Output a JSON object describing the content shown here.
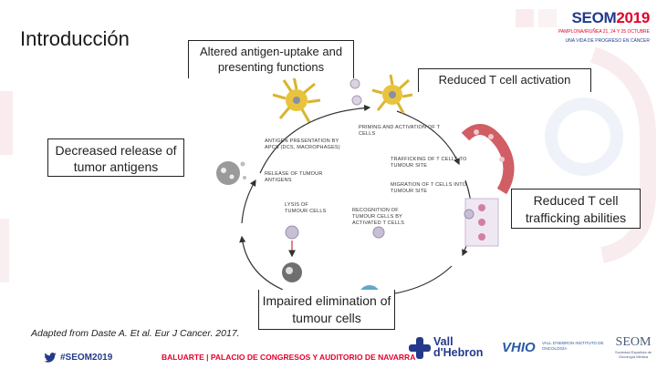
{
  "slide": {
    "title": "Introducción"
  },
  "header": {
    "brand_name": "SEOM",
    "brand_year": "2019",
    "venue_line": "PAMPLONA/IRUÑEA 21, 24 Y 25 OCTUBRE",
    "tagline": "UNA VIDA DE PROGRESO EN CÁNCER"
  },
  "callouts": {
    "antigen_uptake": "Altered antigen-uptake and presenting functions",
    "t_cell_activation": "Reduced T cell activation",
    "tumor_antigens": "Decreased release of tumor antigens",
    "trafficking": "Reduced T cell trafficking abilities",
    "elimination": "Impaired elimination of tumour cells"
  },
  "cycle_steps": {
    "priming": "PRIMING AND ACTIVATION OF T CELLS",
    "antigen_presentation": "ANTIGEN PRESENTATION BY APCS (DCS, MACROPHAGES)",
    "trafficking": "TRAFFICKING OF T CELLS TO TUMOUR SITE",
    "release": "RELEASE OF TUMOUR ANTIGENS",
    "migration": "MIGRATION OF T CELLS INTO TUMOUR SITE",
    "lysis": "LYSIS OF TUMOUR CELLS",
    "recognition": "RECOGNITION OF TUMOUR CELLS BY ACTIVATED T CELLS"
  },
  "citation": "Adapted from Daste A. Et al. Eur J Cancer. 2017.",
  "footer": {
    "hashtag": "#SEOM2019",
    "venue": "BALUARTE | PALACIO DE CONGRESOS Y AUDITORIO DE NAVARRA"
  },
  "logos": {
    "vall_hebron": "Vall d'Hebron",
    "vhio": "VHIO",
    "vhio_sub": "VALL D'HEBRON INSTITUTO DE ONCOLOGÍA",
    "seom": "SEOM",
    "seom_sub": "Sociedad Española de Oncología Médica"
  },
  "colors": {
    "brand_blue": "#233a8b",
    "brand_red": "#e4002b",
    "deco_pink": "#f6dfe2"
  }
}
